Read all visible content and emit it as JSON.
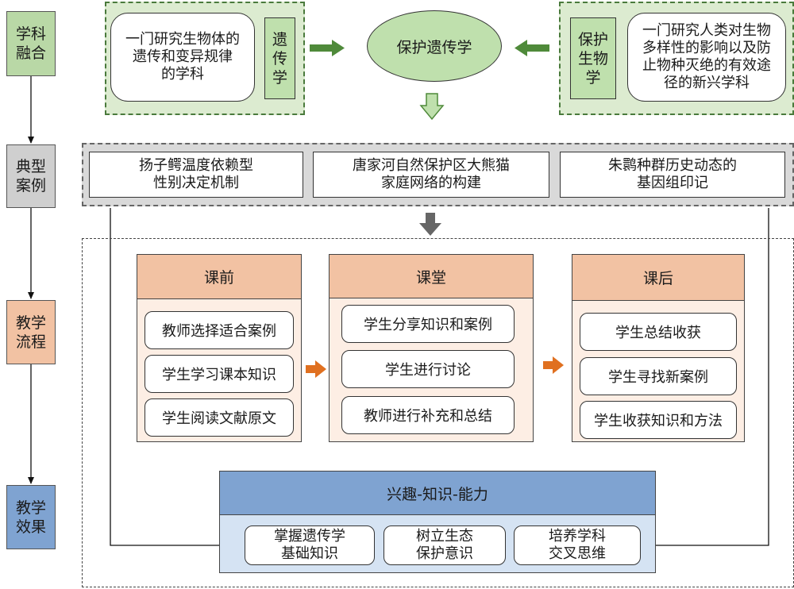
{
  "stages": [
    {
      "id": "fusion",
      "label": "学科\n融合"
    },
    {
      "id": "cases",
      "label": "典型\n案例"
    },
    {
      "id": "process",
      "label": "教学\n流程"
    },
    {
      "id": "effect",
      "label": "教学\n效果"
    }
  ],
  "fusion": {
    "left_desc": "一门研究生物体的\n遗传和变异规律\n的学科",
    "left_tag": "遗\n传\n学",
    "center": "保护遗传学",
    "right_tag": "保护\n生物\n学",
    "right_desc": "一门研究人类对生物\n多样性的影响以及防\n止物种灭绝的有效途\n径的新兴学科"
  },
  "cases": [
    "扬子鳄温度依赖型\n性别决定机制",
    "唐家河自然保护区大熊猫\n家庭网络的构建",
    "朱鹮种群历史动态的\n基因组印记"
  ],
  "process": {
    "before": {
      "title": "课前",
      "steps": [
        "教师选择适合案例",
        "学生学习课本知识",
        "学生阅读文献原文"
      ]
    },
    "during": {
      "title": "课堂",
      "steps": [
        "学生分享知识和案例",
        "学生进行讨论",
        "教师进行补充和总结"
      ]
    },
    "after": {
      "title": "课后",
      "steps": [
        "学生总结收获",
        "学生寻找新案例",
        "学生收获知识和方法"
      ]
    }
  },
  "effect": {
    "title": "兴趣-知识-能力",
    "outcomes": [
      "掌握遗传学\n基础知识",
      "树立生态\n保护意识",
      "培养学科\n交叉思维"
    ]
  },
  "colors": {
    "green_fill": "#dcebd0",
    "green_tag": "#bfe0ad",
    "green_arrow": "#4f8a3a",
    "gray_arrow": "#666666",
    "orange_head": "#f2c2a3",
    "orange_arrow": "#e07020",
    "blue_head": "#7fa3d1",
    "blue_fill": "#d5e3f3"
  }
}
